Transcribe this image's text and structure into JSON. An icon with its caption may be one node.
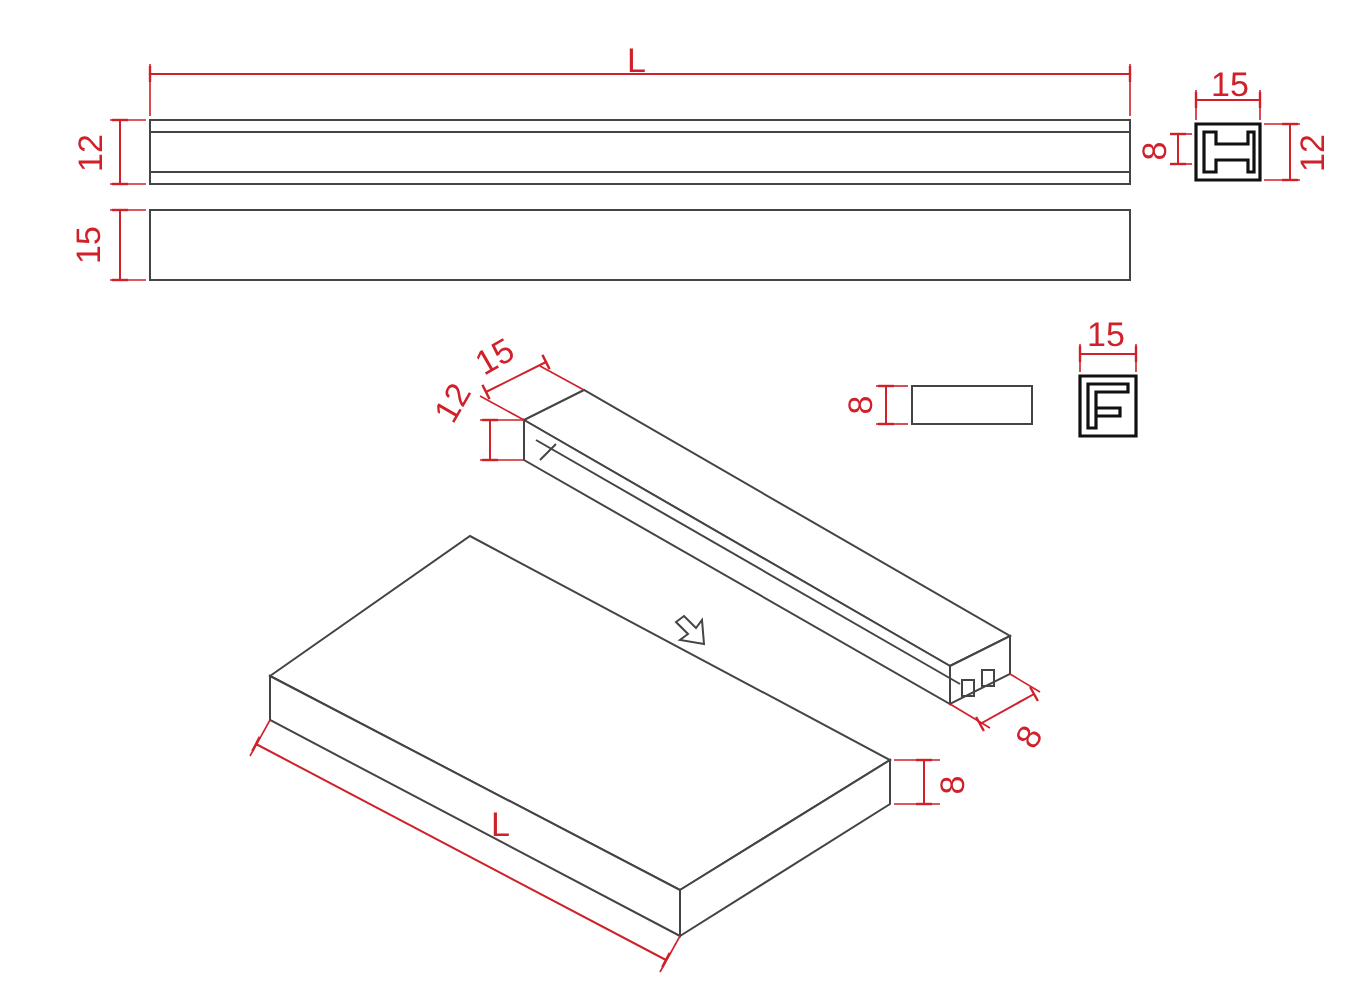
{
  "diagram": {
    "labels": [
      "L",
      "12",
      "15",
      "8",
      "12",
      "15",
      "15",
      "12",
      "15",
      "8",
      "8",
      "8",
      "L"
    ]
  }
}
